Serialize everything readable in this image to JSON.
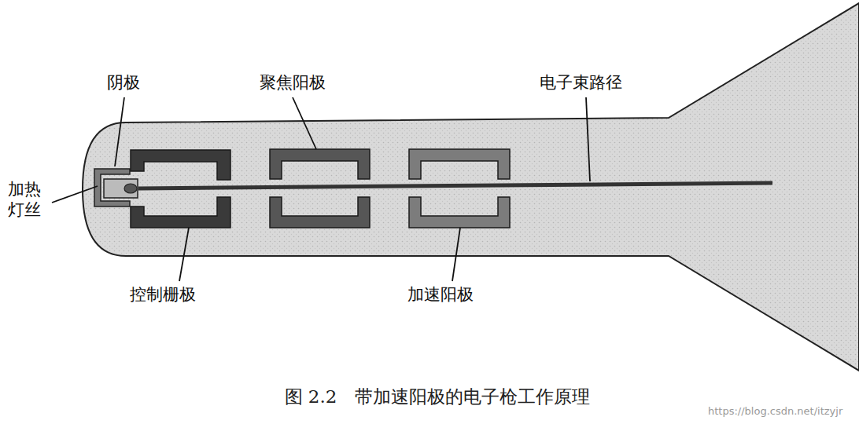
{
  "diagram": {
    "caption": "图 2.2　带加速阳极的电子枪工作原理",
    "labels": [
      "阴极",
      "加热 灯丝",
      "聚焦阳极",
      "电子束路径",
      "控制栅极",
      "加速阳极",
      "https://blog.csdn.net/itzyjr"
    ]
  }
}
